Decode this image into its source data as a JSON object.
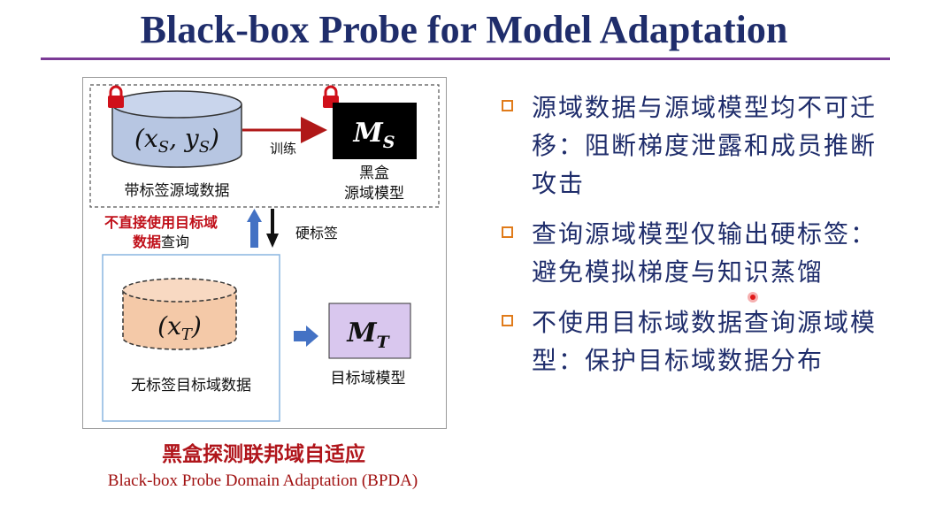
{
  "slide": {
    "title": "Black-box Probe for Model Adaptation"
  },
  "figure": {
    "source_data_math": "(x_S, y_S)",
    "source_data_label": "带标签源域数据",
    "train_label": "训练",
    "source_model_symbol": "M_S",
    "source_model_label_1": "黑盒",
    "source_model_label_2": "源域模型",
    "no_direct_label_1": "不直接使用目标域",
    "no_direct_label_2": "数据",
    "query_label": "查询",
    "hard_label": "硬标签",
    "target_data_math": "(x_T)",
    "target_data_label": "无标签目标域数据",
    "target_model_symbol": "M_T",
    "target_model_label": "目标域模型"
  },
  "caption": {
    "cn": "黑盒探测联邦域自适应",
    "en": "Black-box Probe Domain Adaptation (BPDA)"
  },
  "bullets": [
    "源域数据与源域模型均不可迁移：阻断梯度泄露和成员推断攻击",
    "查询源域模型仅输出硬标签：避免模拟梯度与知识蒸馏",
    "不使用目标域数据查询源域模型：保护目标域数据分布"
  ],
  "colors": {
    "title": "#1f2d6b",
    "rule": "#7b3a96",
    "bullet_marker": "#e07b1a",
    "caption": "#b0151b",
    "source_cylinder": "#b7c6e2",
    "target_cylinder": "#f4c9a8",
    "target_model_box": "#d9c7ee",
    "arrow_red": "#b01818",
    "arrow_blue": "#4472c4"
  }
}
